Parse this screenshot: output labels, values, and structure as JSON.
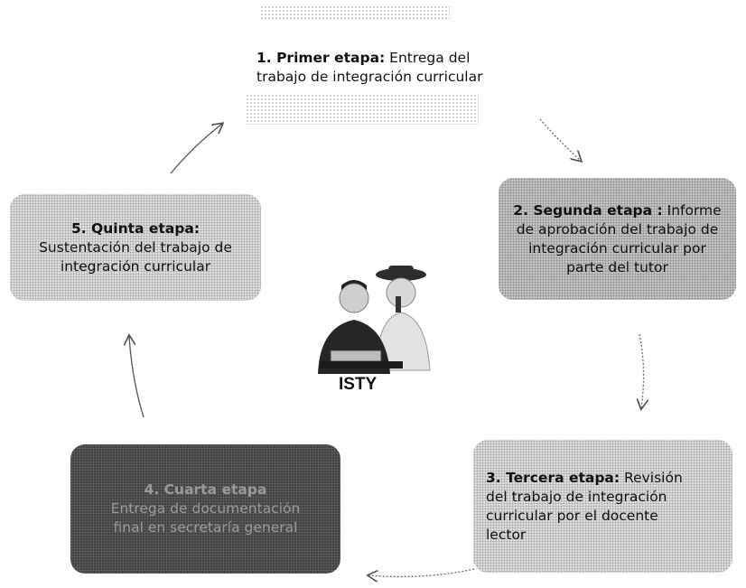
{
  "stages": [
    {
      "title": "1. Primer etapa:",
      "lines": [
        "Entrega  del",
        "trabajo de integración curricular"
      ]
    },
    {
      "title": "2. Segunda etapa :",
      "lines": [
        "Informe",
        "de aprobación del trabajo de",
        "integración curricular por",
        "parte del tutor"
      ]
    },
    {
      "title": "3. Tercera etapa:",
      "lines": [
        "Revisión",
        "del trabajo de integración",
        "curricular por el  docente",
        "lector"
      ]
    },
    {
      "title": "4. Cuarta etapa",
      "lines": [
        "Entrega de documentación",
        "final en secretaría general"
      ]
    },
    {
      "title": "5. Quinta etapa:",
      "lines": [
        "Sustentación  del trabajo de",
        "integración curricular"
      ]
    }
  ],
  "center_caption": "ISTY",
  "colors": {
    "light": "#e4e4e4",
    "mid": "#c9c9c9",
    "dark": "#3e3e3e",
    "text": "#111111",
    "arrow": "#555555"
  }
}
